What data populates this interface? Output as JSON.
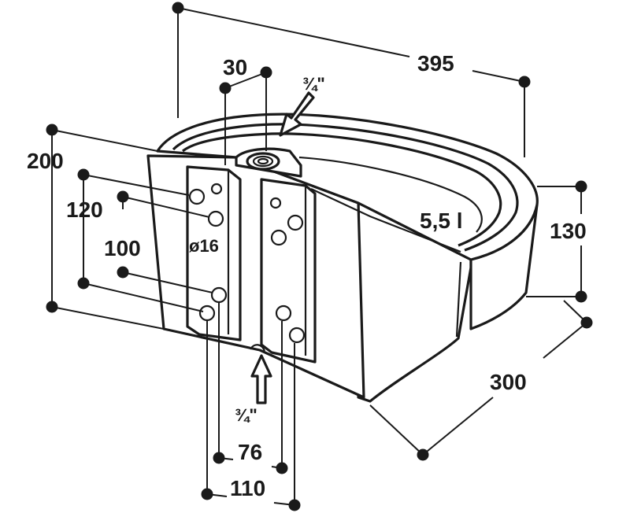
{
  "dimensions": {
    "total_width": "395",
    "height": "200",
    "bracket_height_outer": "120",
    "bracket_height_inner": "100",
    "connection_offset": "30",
    "inlet_top": "¾\"",
    "inlet_bottom": "¾\"",
    "hole_diameter": "ø16",
    "bowl_height": "130",
    "depth": "300",
    "hole_spacing_inner": "76",
    "hole_spacing_outer": "110"
  },
  "volume": "5,5 l"
}
